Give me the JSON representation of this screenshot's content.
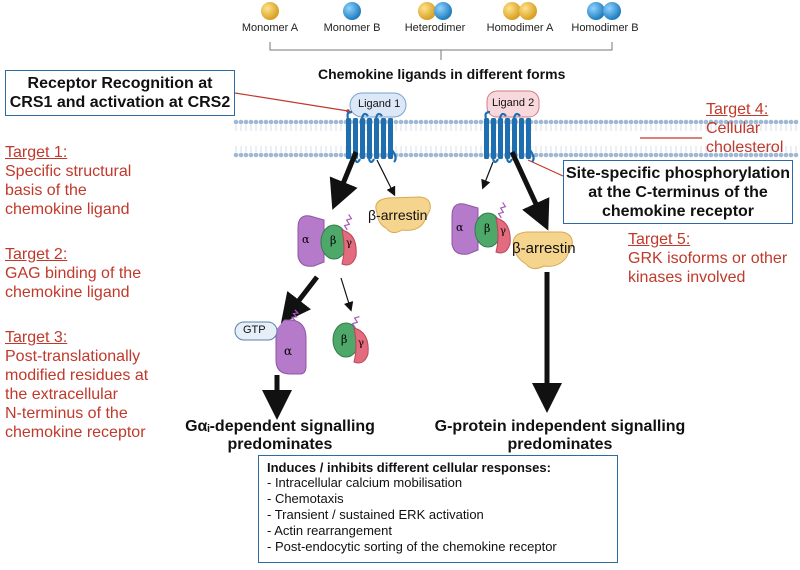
{
  "legend": {
    "items": [
      {
        "label": "Monomer A",
        "colors": [
          "#e8b53a"
        ]
      },
      {
        "label": "Monomer B",
        "colors": [
          "#2b9bd8"
        ]
      },
      {
        "label": "Heterodimer",
        "colors": [
          "#e8b53a",
          "#2b9bd8"
        ]
      },
      {
        "label": "Homodimer A",
        "colors": [
          "#e8b53a",
          "#e8b53a"
        ]
      },
      {
        "label": "Homodimer B",
        "colors": [
          "#2b9bd8",
          "#2b9bd8"
        ]
      }
    ]
  },
  "chemokine_heading": "Chemokine ligands in different forms",
  "receptor_box": {
    "line1": "Receptor Recognition at",
    "line2": "CRS1 and activation at CRS2"
  },
  "ligand1": "Ligand 1",
  "ligand2": "Ligand 2",
  "targets": {
    "t1": {
      "title": "Target 1:",
      "lines": [
        "Specific structural",
        "basis of the",
        "chemokine ligand"
      ]
    },
    "t2": {
      "title": "Target 2:",
      "lines": [
        "GAG binding of the",
        "chemokine ligand"
      ]
    },
    "t3": {
      "title": "Target 3:",
      "lines": [
        "Post-translationally",
        "modified residues at",
        "the extracellular",
        "N-terminus of the",
        "chemokine receptor"
      ]
    },
    "t4": {
      "title": "Target 4:",
      "lines": [
        "Cellular",
        "cholesterol"
      ]
    },
    "t5": {
      "title": "Target 5:",
      "lines": [
        "GRK isoforms or other",
        "kinases involved"
      ]
    }
  },
  "phospho_box": {
    "lines": [
      "Site-specific phosphorylation",
      "at the C-terminus of the",
      "chemokine receptor"
    ]
  },
  "arrestin1": "β-arrestin",
  "arrestin2": "β-arrestin",
  "gtp": "GTP",
  "alpha": "α",
  "beta": "β",
  "gamma": "γ",
  "signal_left": {
    "line1": "Gαᵢ-dependent signalling",
    "line2": "predominates"
  },
  "signal_right": {
    "line1": "G-protein independent signalling",
    "line2": "predominates"
  },
  "responses": {
    "title": "Induces  / inhibits  different cellular responses:",
    "items": [
      "- Intracellular calcium mobilisation",
      "- Chemotaxis",
      "- Transient / sustained ERK activation",
      "- Actin rearrangement",
      "- Post-endocytic sorting of the chemokine receptor"
    ]
  },
  "colors": {
    "target_red": "#c0392b",
    "box_blue": "#2d6aa4",
    "membrane": "#9fb8d3",
    "receptor": "#1f6fb0",
    "alpha": "#b57ac9",
    "beta": "#4da86a",
    "gamma": "#e26b7d",
    "arrestin": "#f5d48d",
    "ligand1_fill": "#dce8f7",
    "ligand2_fill": "#f7d9dd"
  }
}
